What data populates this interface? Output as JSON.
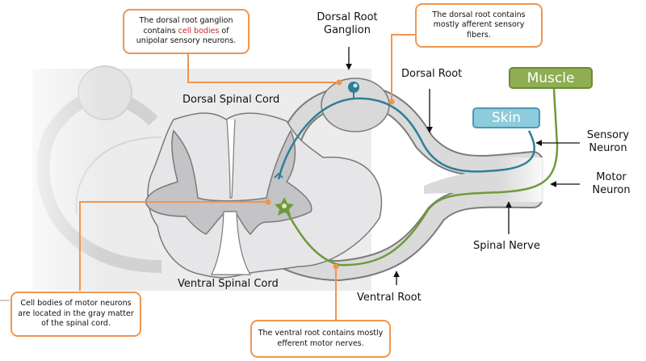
{
  "diagram": {
    "title": "Spinal nerve anatomy",
    "labels": {
      "dorsal_spinal_cord": "Dorsal Spinal Cord",
      "ventral_spinal_cord": "Ventral Spinal Cord",
      "dorsal_root_ganglion": "Dorsal Root\nGanglion",
      "dorsal_root": "Dorsal Root",
      "ventral_root": "Ventral Root",
      "spinal_nerve": "Spinal Nerve",
      "sensory_neuron": "Sensory\nNeuron",
      "motor_neuron": "Motor\nNeuron"
    },
    "targets": {
      "muscle": "Muscle",
      "skin": "Skin"
    },
    "callouts": {
      "ganglion": {
        "before": "The dorsal root ganglion contains ",
        "highlight": "cell bodies",
        "after": " of unipolar sensory neurons."
      },
      "dorsal_root": "The dorsal root contains mostly afferent sensory fibers.",
      "motor_cells": "Cell bodies of motor neurons are located in the gray matter of the spinal cord.",
      "ventral_root": "The ventral root contains mostly efferent motor nerves."
    },
    "colors": {
      "callout_border": "#f0954f",
      "highlight_text": "#c3262f",
      "sensory_neuron": "#2e7f96",
      "motor_neuron": "#6f9a3a",
      "muscle_fill": "#8fae52",
      "skin_fill": "#8ecbdc",
      "white_matter": "#e6e6e8",
      "gray_matter": "#c4c4c6",
      "outline": "#7a7a7a"
    }
  }
}
